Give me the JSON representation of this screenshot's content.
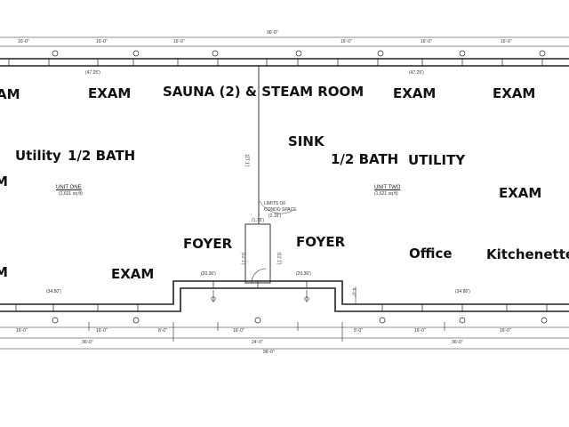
{
  "rooms": {
    "exam_left_edge": "AM",
    "exam_top_1": "EXAM",
    "sauna": "SAUNA (2) & STEAM ROOM",
    "exam_top_2": "EXAM",
    "exam_top_3": "EXAM",
    "utility_left": "Utility",
    "half_bath_left": "1/2 BATH",
    "sink": "SINK",
    "half_bath_right": "1/2 BATH",
    "utility_right": "UTILITY",
    "left_edge_mid": "M",
    "exam_right_mid": "EXAM",
    "foyer_left": "FOYER",
    "foyer_right": "FOYER",
    "office": "Office",
    "kitchenette": "Kitchenette",
    "left_edge_low": "M",
    "exam_bottom": "EXAM"
  },
  "units": {
    "unit_one": "UNIT ONE",
    "unit_one_area": "(1,621 sq ft)",
    "unit_two": "UNIT TWO",
    "unit_two_area": "(1,621 sq ft)"
  },
  "notes": {
    "limits": "LIMITS OF",
    "condo": "CONDO SPACE",
    "condo_dim": "(2.16')"
  },
  "dimensions": {
    "top_total": "96'-0\"",
    "top_left_inner": "(47.25')",
    "top_right_inner": "(47.25')",
    "top_bays": [
      "16'-0\"",
      "16'-0\"",
      "16'-0\"",
      "16'-0\"",
      "16'-0\"",
      "16'-0\""
    ],
    "mid_vertical": "(27.1')",
    "foyer_width": "(1.75')",
    "foyer_left_vert": "(12.1')",
    "foyer_right_vert": "(12.1')",
    "wall_left": "(20.36')",
    "wall_right": "(20.36')",
    "offset_left": "(34.50')",
    "offset_right": "(34.86')",
    "step_right": "4'-0\"",
    "bottom_bays": [
      "16'-0\"",
      "16'-0\"",
      "8'-0\"",
      "16'-0\"",
      "8'-0\"",
      "16'-0\"",
      "16'-0\""
    ],
    "bottom_groups": [
      "36'-0\"",
      "24'-0\"",
      "36'-0\""
    ],
    "bottom_total": "96'-0\""
  }
}
